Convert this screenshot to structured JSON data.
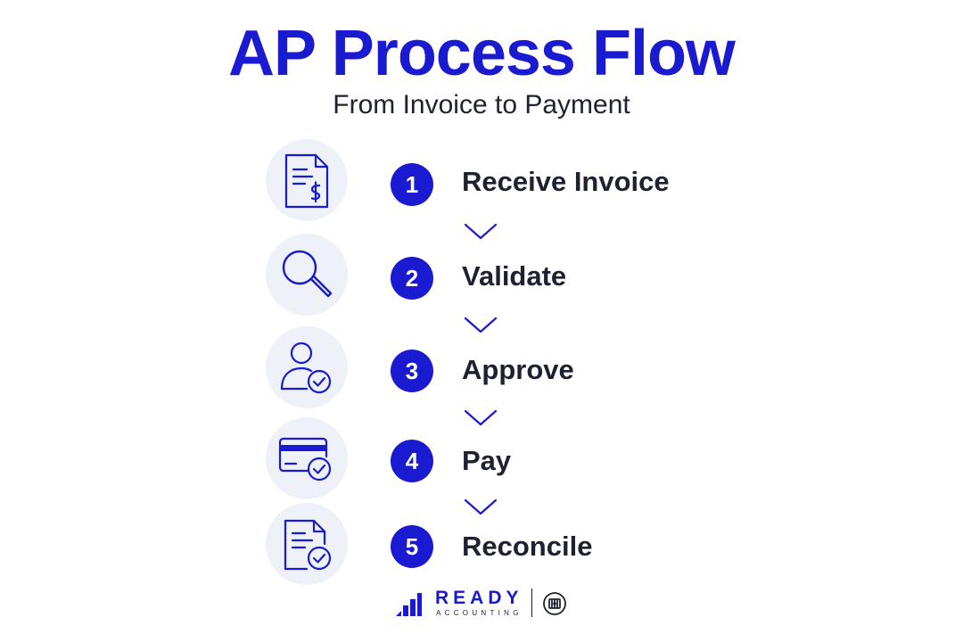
{
  "title": "AP Process Flow",
  "subtitle": "From Invoice to Payment",
  "accent_color": "#1a1ad0",
  "text_color": "#1e2230",
  "icon_bg_color": "#eef1f8",
  "steps": [
    {
      "number": "1",
      "label": "Receive Invoice",
      "icon": "invoice-dollar-icon"
    },
    {
      "number": "2",
      "label": "Validate",
      "icon": "magnifying-glass-icon"
    },
    {
      "number": "3",
      "label": "Approve",
      "icon": "user-check-icon"
    },
    {
      "number": "4",
      "label": "Pay",
      "icon": "credit-card-check-icon"
    },
    {
      "number": "5",
      "label": "Reconcile",
      "icon": "document-check-icon"
    }
  ],
  "logo": {
    "name": "READY",
    "tagline": "ACCOUNTING",
    "emblem": "circle-emblem-icon",
    "mark": "bar-chart-icon"
  }
}
